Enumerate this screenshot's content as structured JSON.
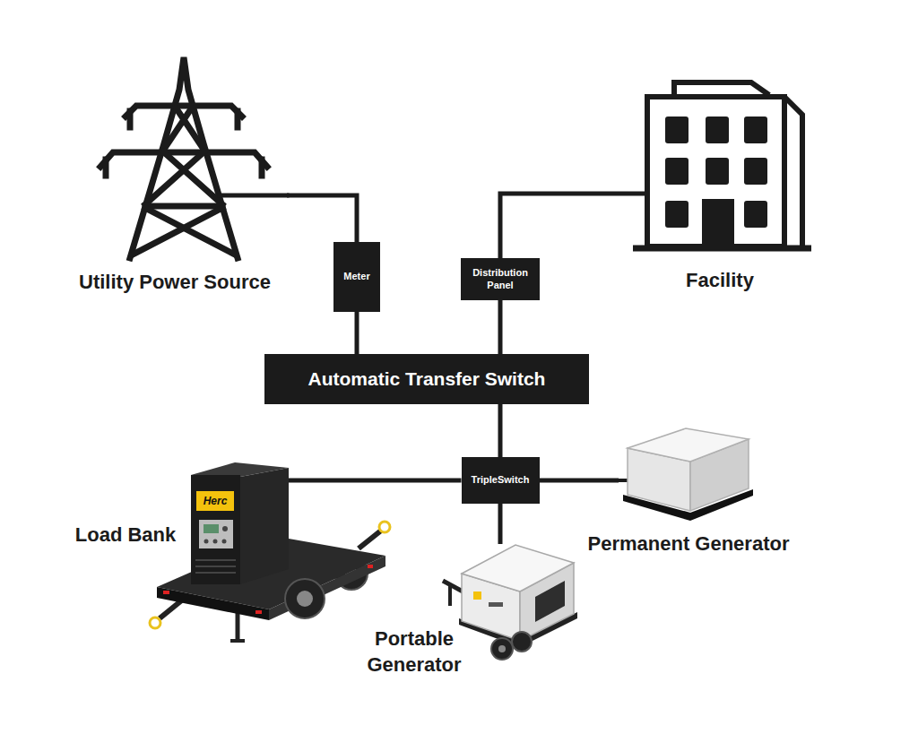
{
  "diagram": {
    "nodes": [
      {
        "text": [
          "Utility Power Source"
        ]
      },
      {
        "text": [
          "Facility"
        ]
      },
      {
        "text": [
          "Meter"
        ]
      },
      {
        "text": [
          "Distribution Panel"
        ]
      },
      {
        "text": [
          "Automatic Transfer Switch"
        ]
      },
      {
        "text": [
          "TripleSwitch"
        ]
      },
      {
        "text": [
          "Load Bank"
        ]
      },
      {
        "text": [
          "Permanent Generator"
        ]
      },
      {
        "text": [
          "Portable Generator"
        ]
      }
    ],
    "edges": [
      {
        "from": 0,
        "to": 2,
        "arrow": "none"
      },
      {
        "from": 2,
        "to": 4,
        "arrow": "none"
      },
      {
        "from": 1,
        "to": 3,
        "arrow": "none"
      },
      {
        "from": 3,
        "to": 4,
        "arrow": "none"
      },
      {
        "from": 4,
        "to": 5,
        "arrow": "none"
      },
      {
        "from": 5,
        "to": 6,
        "arrow": "none"
      },
      {
        "from": 5,
        "to": 7,
        "arrow": "none"
      },
      {
        "from": 5,
        "to": 8,
        "arrow": "none"
      }
    ],
    "labels": [
      "Herc"
    ]
  }
}
